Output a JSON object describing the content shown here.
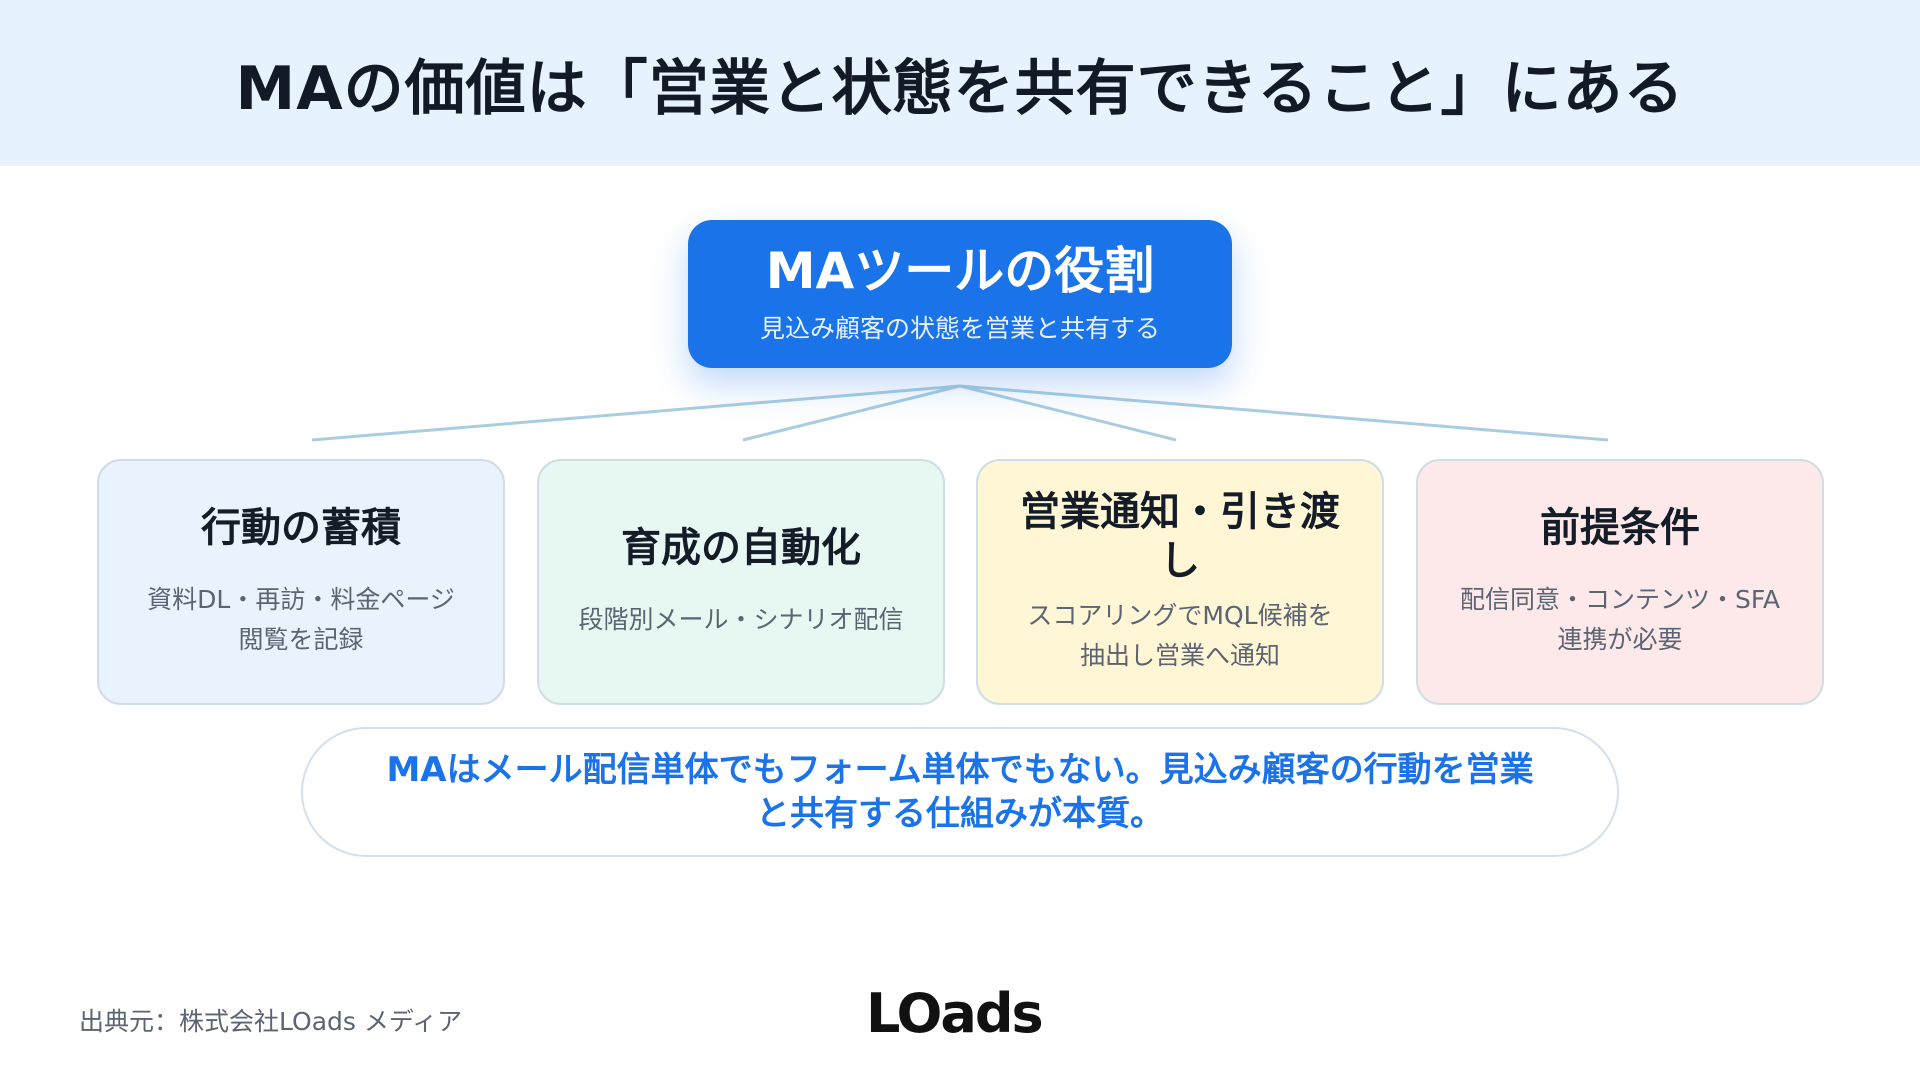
{
  "header": {
    "title": "MAの価値は「営業と状態を共有できること」にある"
  },
  "root": {
    "title": "MAツールの役割",
    "subtitle": "見込み顧客の状態を営業と共有する"
  },
  "cards": [
    {
      "title": "行動の蓄積",
      "desc_lines": [
        "資料DL・再訪・料金ページ",
        "閲覧を記録"
      ]
    },
    {
      "title": "育成の自動化",
      "desc_lines": [
        "段階別メール・シナリオ配信"
      ]
    },
    {
      "title_lines": [
        "営業通知・引き渡",
        "し"
      ],
      "desc_lines": [
        "スコアリングでMQL候補を",
        "抽出し営業へ通知"
      ]
    },
    {
      "title": "前提条件",
      "desc_lines": [
        "配信同意・コンテンツ・SFA",
        "連携が必要"
      ]
    }
  ],
  "summary": {
    "text_lines": [
      "MAはメール配信単体でもフォーム単体でもない。見込み顧客の行動を営業",
      "と共有する仕組みが本質。"
    ]
  },
  "footer": {
    "source": "出典元：株式会社LOads メディア",
    "logo": "LOads"
  },
  "colors": {
    "accent": "#1a73e8",
    "header_bg": "#e6f2fd",
    "card1_bg": "#e8f3fe",
    "card2_bg": "#e7f7f1",
    "card3_bg": "#fef6d5",
    "card4_bg": "#fde9ea",
    "connector": "#a9cde0"
  }
}
